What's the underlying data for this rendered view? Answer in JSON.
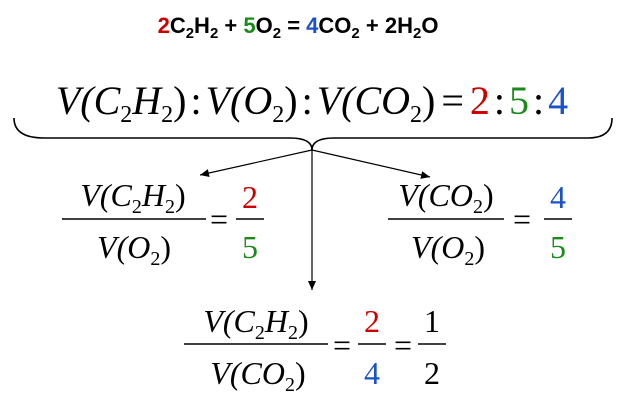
{
  "colors": {
    "red": "#cc0000",
    "green": "#1a8a1a",
    "blue": "#1a52c8",
    "ink": "#000000"
  },
  "reaction": {
    "coef_c2h2": "2",
    "c": "C",
    "sub_c": "2",
    "h": "H",
    "sub_h": "2",
    "plus1": " + ",
    "coef_o2": "5",
    "o": "O",
    "sub_o2": "2",
    "equals": " = ",
    "coef_co2": "4",
    "co": "CO",
    "sub_co2": "2",
    "plus2": " + ",
    "coef_h2o": "2",
    "h_w": "H",
    "sub_h2o": "2",
    "o_w": "O"
  },
  "ratio": {
    "v1_open": "V(C",
    "v1_sub_c": "2",
    "v1_h": "H",
    "v1_sub_h": "2",
    "v1_close": ")",
    "colon1": ":",
    "v2_open": "V(O",
    "v2_sub": "2",
    "v2_close": ")",
    "colon2": ":",
    "v3_open": "V(CO",
    "v3_sub": "2",
    "v3_close": ")",
    "equals": "=",
    "n1": "2",
    "colon3": ":",
    "n2": "5",
    "colon4": ":",
    "n3": "4"
  },
  "frac_left": {
    "num_open": "V(C",
    "num_sub_c": "2",
    "num_h": "H",
    "num_sub_h": "2",
    "num_close": ")",
    "den_open": "V(O",
    "den_sub": "2",
    "den_close": ")",
    "equals": "=",
    "val_num": "2",
    "val_den": "5"
  },
  "frac_right": {
    "num_open": "V(CO",
    "num_sub": "2",
    "num_close": ")",
    "den_open": "V(O",
    "den_sub": "2",
    "den_close": ")",
    "equals": "=",
    "val_num": "4",
    "val_den": "5"
  },
  "frac_bottom": {
    "num_open": "V(C",
    "num_sub_c": "2",
    "num_h": "H",
    "num_sub_h": "2",
    "num_close": ")",
    "den_open": "V(CO",
    "den_sub": "2",
    "den_close": ")",
    "equals1": "=",
    "val_num": "2",
    "val_den": "4",
    "equals2": "=",
    "simp_num": "1",
    "simp_den": "2"
  }
}
